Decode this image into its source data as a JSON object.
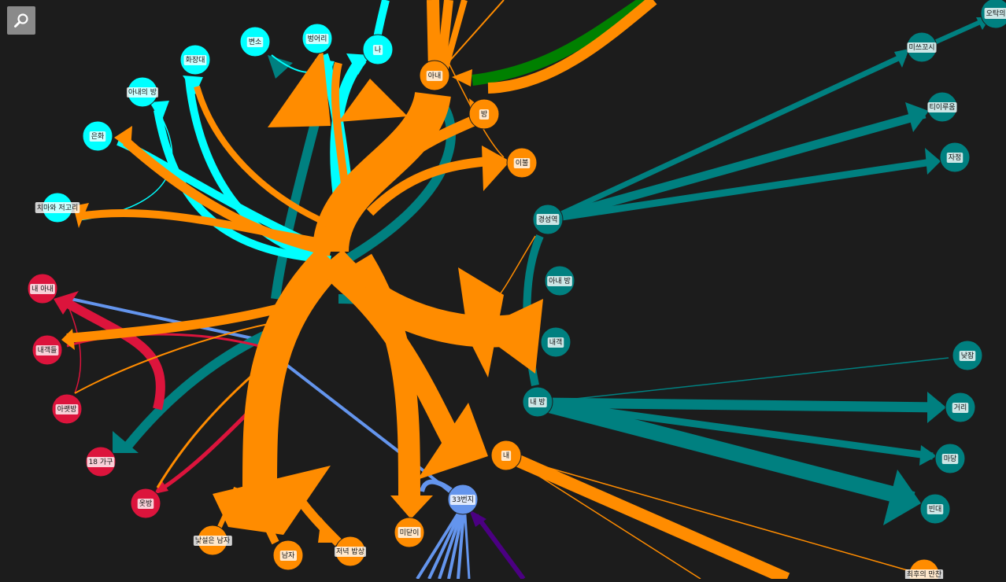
{
  "toolbar": {
    "search_icon": "search-icon"
  },
  "colors": {
    "background": "#1c1c1c",
    "orange": "#ff8c00",
    "cyan": "#00ffff",
    "teal": "#008080",
    "crimson": "#dc143c",
    "cornflower": "#6495ed",
    "green": "#008000",
    "indigo": "#4b0082"
  },
  "nodes": [
    {
      "id": "n-wife",
      "label": "아내",
      "color": "orange"
    },
    {
      "id": "n-room",
      "label": "방",
      "color": "orange"
    },
    {
      "id": "n-blanket",
      "label": "이불",
      "color": "orange"
    },
    {
      "id": "n-me-orange",
      "label": "내",
      "color": "orange"
    },
    {
      "id": "n-midang",
      "label": "미닫이",
      "color": "orange"
    },
    {
      "id": "n-man",
      "label": "남자",
      "color": "orange"
    },
    {
      "id": "n-dinner",
      "label": "저녁 밥상",
      "color": "orange"
    },
    {
      "id": "n-stranger",
      "label": "낯설은 남자",
      "color": "orange"
    },
    {
      "id": "n-last",
      "label": "최후의 만찬",
      "color": "orange"
    },
    {
      "id": "n-toilet",
      "label": "변소",
      "color": "cyan"
    },
    {
      "id": "n-mitten",
      "label": "벙어리",
      "color": "cyan"
    },
    {
      "id": "n-i",
      "label": "나",
      "color": "cyan"
    },
    {
      "id": "n-vanity",
      "label": "화장대",
      "color": "cyan"
    },
    {
      "id": "n-wifes-room",
      "label": "아내의 방",
      "color": "cyan"
    },
    {
      "id": "n-coin",
      "label": "은화",
      "color": "cyan"
    },
    {
      "id": "n-skirt",
      "label": "치마와 저고리",
      "color": "cyan"
    },
    {
      "id": "n-station",
      "label": "경성역",
      "color": "teal"
    },
    {
      "id": "n-wife-room2",
      "label": "아내 방",
      "color": "teal"
    },
    {
      "id": "n-guest",
      "label": "내객",
      "color": "teal"
    },
    {
      "id": "n-my-room",
      "label": "내 방",
      "color": "teal"
    },
    {
      "id": "n-mitsukoshi",
      "label": "미쓰꼬시",
      "color": "teal"
    },
    {
      "id": "n-tearoom",
      "label": "티이루움",
      "color": "teal"
    },
    {
      "id": "n-night",
      "label": "자정",
      "color": "teal"
    },
    {
      "id": "n-noon",
      "label": "낮잠",
      "color": "teal"
    },
    {
      "id": "n-street",
      "label": "거리",
      "color": "teal"
    },
    {
      "id": "n-yard",
      "label": "마당",
      "color": "teal"
    },
    {
      "id": "n-bedbug",
      "label": "빈대",
      "color": "teal"
    },
    {
      "id": "n-otak",
      "label": "오탁의",
      "color": "teal"
    },
    {
      "id": "n-my-wife",
      "label": "내 아내",
      "color": "crimson"
    },
    {
      "id": "n-guests",
      "label": "내객들",
      "color": "crimson"
    },
    {
      "id": "n-aret",
      "label": "아랫방",
      "color": "crimson"
    },
    {
      "id": "n-18",
      "label": "18 가구",
      "color": "crimson"
    },
    {
      "id": "n-closet",
      "label": "옷방",
      "color": "crimson"
    },
    {
      "id": "n-33",
      "label": "33번지",
      "color": "cornflower"
    }
  ]
}
